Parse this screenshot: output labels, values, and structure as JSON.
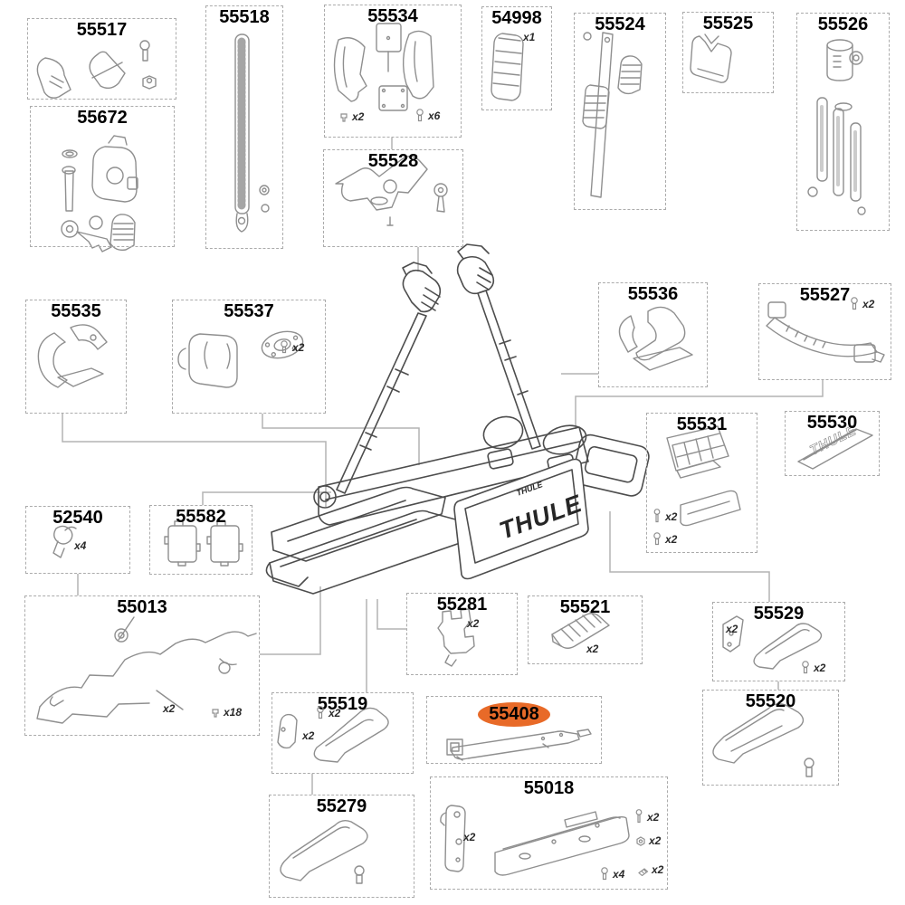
{
  "diagram": {
    "highlight_color": "#E86A28",
    "carrier": {
      "plate_logo_large": "THULE",
      "plate_logo_small": "THULE"
    },
    "sticker_text": "THULE",
    "parts": [
      {
        "number": "55517",
        "markers": []
      },
      {
        "number": "55672",
        "markers": []
      },
      {
        "number": "55518",
        "markers": []
      },
      {
        "number": "55534",
        "markers": [
          {
            "icon": "clip-icon",
            "label": "x2"
          },
          {
            "icon": "screw-icon",
            "label": "x6"
          }
        ]
      },
      {
        "number": "54998",
        "markers": [
          {
            "icon": "none",
            "label": "x1"
          }
        ]
      },
      {
        "number": "55524",
        "markers": []
      },
      {
        "number": "55525",
        "markers": []
      },
      {
        "number": "55526",
        "markers": []
      },
      {
        "number": "55528",
        "markers": []
      },
      {
        "number": "55535",
        "markers": []
      },
      {
        "number": "55537",
        "markers": [
          {
            "icon": "screw-icon",
            "label": "x2"
          }
        ]
      },
      {
        "number": "55536",
        "markers": []
      },
      {
        "number": "55527",
        "markers": [
          {
            "icon": "screw-icon",
            "label": "x2"
          }
        ]
      },
      {
        "number": "55531",
        "markers": [
          {
            "icon": "bolt-icon",
            "label": "x2"
          },
          {
            "icon": "screw-icon",
            "label": "x2"
          }
        ]
      },
      {
        "number": "55530",
        "markers": []
      },
      {
        "number": "52540",
        "markers": [
          {
            "icon": "none",
            "label": "x4"
          }
        ]
      },
      {
        "number": "55582",
        "markers": []
      },
      {
        "number": "55013",
        "markers": [
          {
            "icon": "none",
            "label": "x2"
          },
          {
            "icon": "clip-icon",
            "label": "x18"
          }
        ]
      },
      {
        "number": "55281",
        "markers": [
          {
            "icon": "none",
            "label": "x2"
          }
        ]
      },
      {
        "number": "55521",
        "markers": [
          {
            "icon": "none",
            "label": "x2"
          }
        ]
      },
      {
        "number": "55519",
        "markers": [
          {
            "icon": "screw-icon",
            "label": "x2"
          },
          {
            "icon": "none",
            "label": "x2"
          }
        ]
      },
      {
        "number": "55408",
        "markers": [],
        "highlighted": true
      },
      {
        "number": "55529",
        "markers": [
          {
            "icon": "none",
            "label": "x2"
          },
          {
            "icon": "screw-icon",
            "label": "x2"
          }
        ]
      },
      {
        "number": "55520",
        "markers": []
      },
      {
        "number": "55279",
        "markers": []
      },
      {
        "number": "55018",
        "markers": [
          {
            "icon": "none",
            "label": "x2"
          },
          {
            "icon": "screw-icon",
            "label": "x4"
          },
          {
            "icon": "bolt-icon",
            "label": "x2"
          },
          {
            "icon": "nut-icon",
            "label": "x2"
          },
          {
            "icon": "wedge-icon",
            "label": "x2"
          }
        ]
      }
    ]
  }
}
